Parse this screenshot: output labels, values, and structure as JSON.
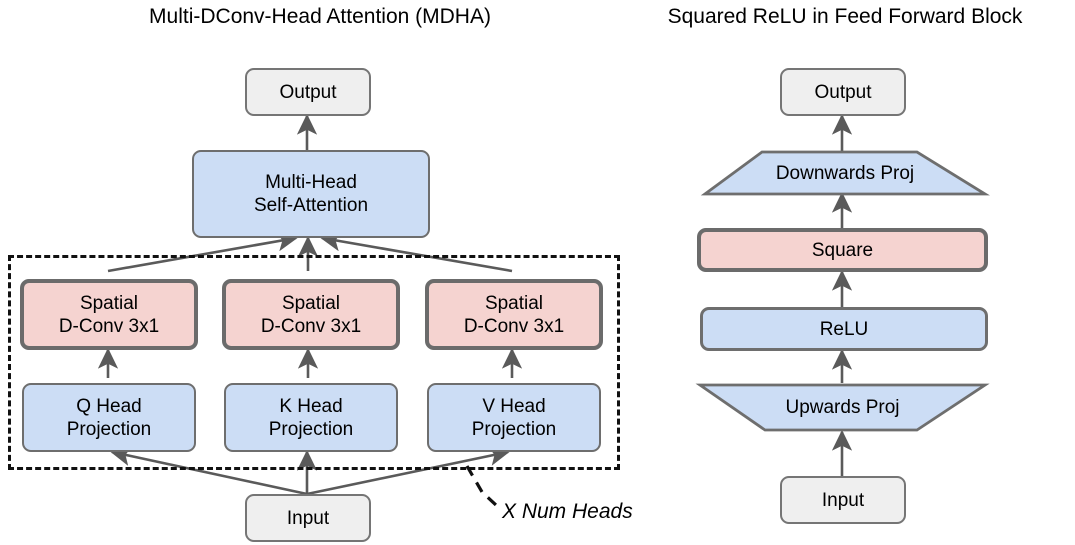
{
  "panels": [
    {
      "id": "mdha",
      "title": "Multi-DConv-Head Attention (MDHA)",
      "nodes": {
        "output": "Output",
        "attention_line1": "Multi-Head",
        "attention_line2": "Self-Attention",
        "conv_q_line1": "Spatial",
        "conv_q_line2": "D-Conv 3x1",
        "conv_k_line1": "Spatial",
        "conv_k_line2": "D-Conv 3x1",
        "conv_v_line1": "Spatial",
        "conv_v_line2": "D-Conv 3x1",
        "proj_q_line1": "Q Head",
        "proj_q_line2": "Projection",
        "proj_k_line1": "K Head",
        "proj_k_line2": "Projection",
        "proj_v_line1": "V Head",
        "proj_v_line2": "Projection",
        "input": "Input"
      },
      "annotation": "X Num Heads"
    },
    {
      "id": "ffn",
      "title": "Squared ReLU in Feed Forward Block",
      "nodes": {
        "output": "Output",
        "down_proj": "Downwards Proj",
        "square": "Square",
        "relu": "ReLU",
        "up_proj": "Upwards Proj",
        "input": "Input"
      }
    }
  ],
  "colors": {
    "gray_fill": "#efefef",
    "blue_fill": "#ccddf5",
    "pink_fill": "#f5d3d0",
    "border_gray": "#6e6e6e",
    "border_dark": "#6b6b6b",
    "arrow": "#5a5a5a",
    "dashed": "#111111"
  }
}
